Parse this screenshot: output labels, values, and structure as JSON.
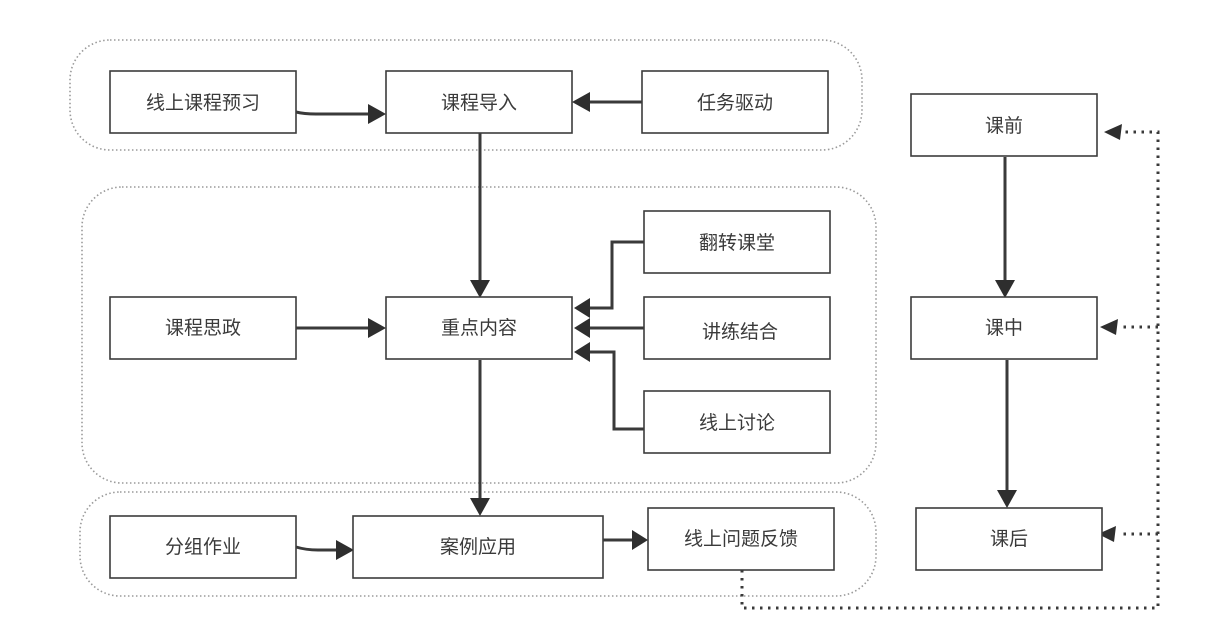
{
  "diagram": {
    "groups": [
      {
        "id": "pre-class-group",
        "label": ""
      },
      {
        "id": "in-class-group",
        "label": ""
      },
      {
        "id": "post-class-group",
        "label": ""
      }
    ],
    "nodes": {
      "online_preview": "线上课程预习",
      "course_intro": "课程导入",
      "task_driven": "任务驱动",
      "ideological": "课程思政",
      "key_content": "重点内容",
      "flipped_class": "翻转课堂",
      "lecture_practice": "讲练结合",
      "online_discussion": "线上讨论",
      "group_homework": "分组作业",
      "case_application": "案例应用",
      "online_feedback": "线上问题反馈",
      "before_class": "课前",
      "during_class": "课中",
      "after_class": "课后"
    },
    "edges": [
      {
        "from": "online_preview",
        "to": "course_intro",
        "style": "solid"
      },
      {
        "from": "task_driven",
        "to": "course_intro",
        "style": "solid"
      },
      {
        "from": "course_intro",
        "to": "key_content",
        "style": "solid"
      },
      {
        "from": "ideological",
        "to": "key_content",
        "style": "solid"
      },
      {
        "from": "flipped_class",
        "to": "key_content",
        "style": "solid"
      },
      {
        "from": "lecture_practice",
        "to": "key_content",
        "style": "solid"
      },
      {
        "from": "online_discussion",
        "to": "key_content",
        "style": "solid"
      },
      {
        "from": "key_content",
        "to": "case_application",
        "style": "solid"
      },
      {
        "from": "group_homework",
        "to": "case_application",
        "style": "solid"
      },
      {
        "from": "case_application",
        "to": "online_feedback",
        "style": "solid"
      },
      {
        "from": "before_class",
        "to": "during_class",
        "style": "solid"
      },
      {
        "from": "during_class",
        "to": "after_class",
        "style": "solid"
      },
      {
        "from": "online_feedback",
        "to": "before_class",
        "style": "dotted"
      },
      {
        "from": "online_feedback",
        "to": "during_class",
        "style": "dotted"
      },
      {
        "from": "online_feedback",
        "to": "after_class",
        "style": "dotted"
      }
    ],
    "colors": {
      "box_stroke": "#3c3c3c",
      "edge": "#3a3a3a",
      "group_border": "#9a9a9a",
      "text": "#3a3a3a"
    }
  }
}
